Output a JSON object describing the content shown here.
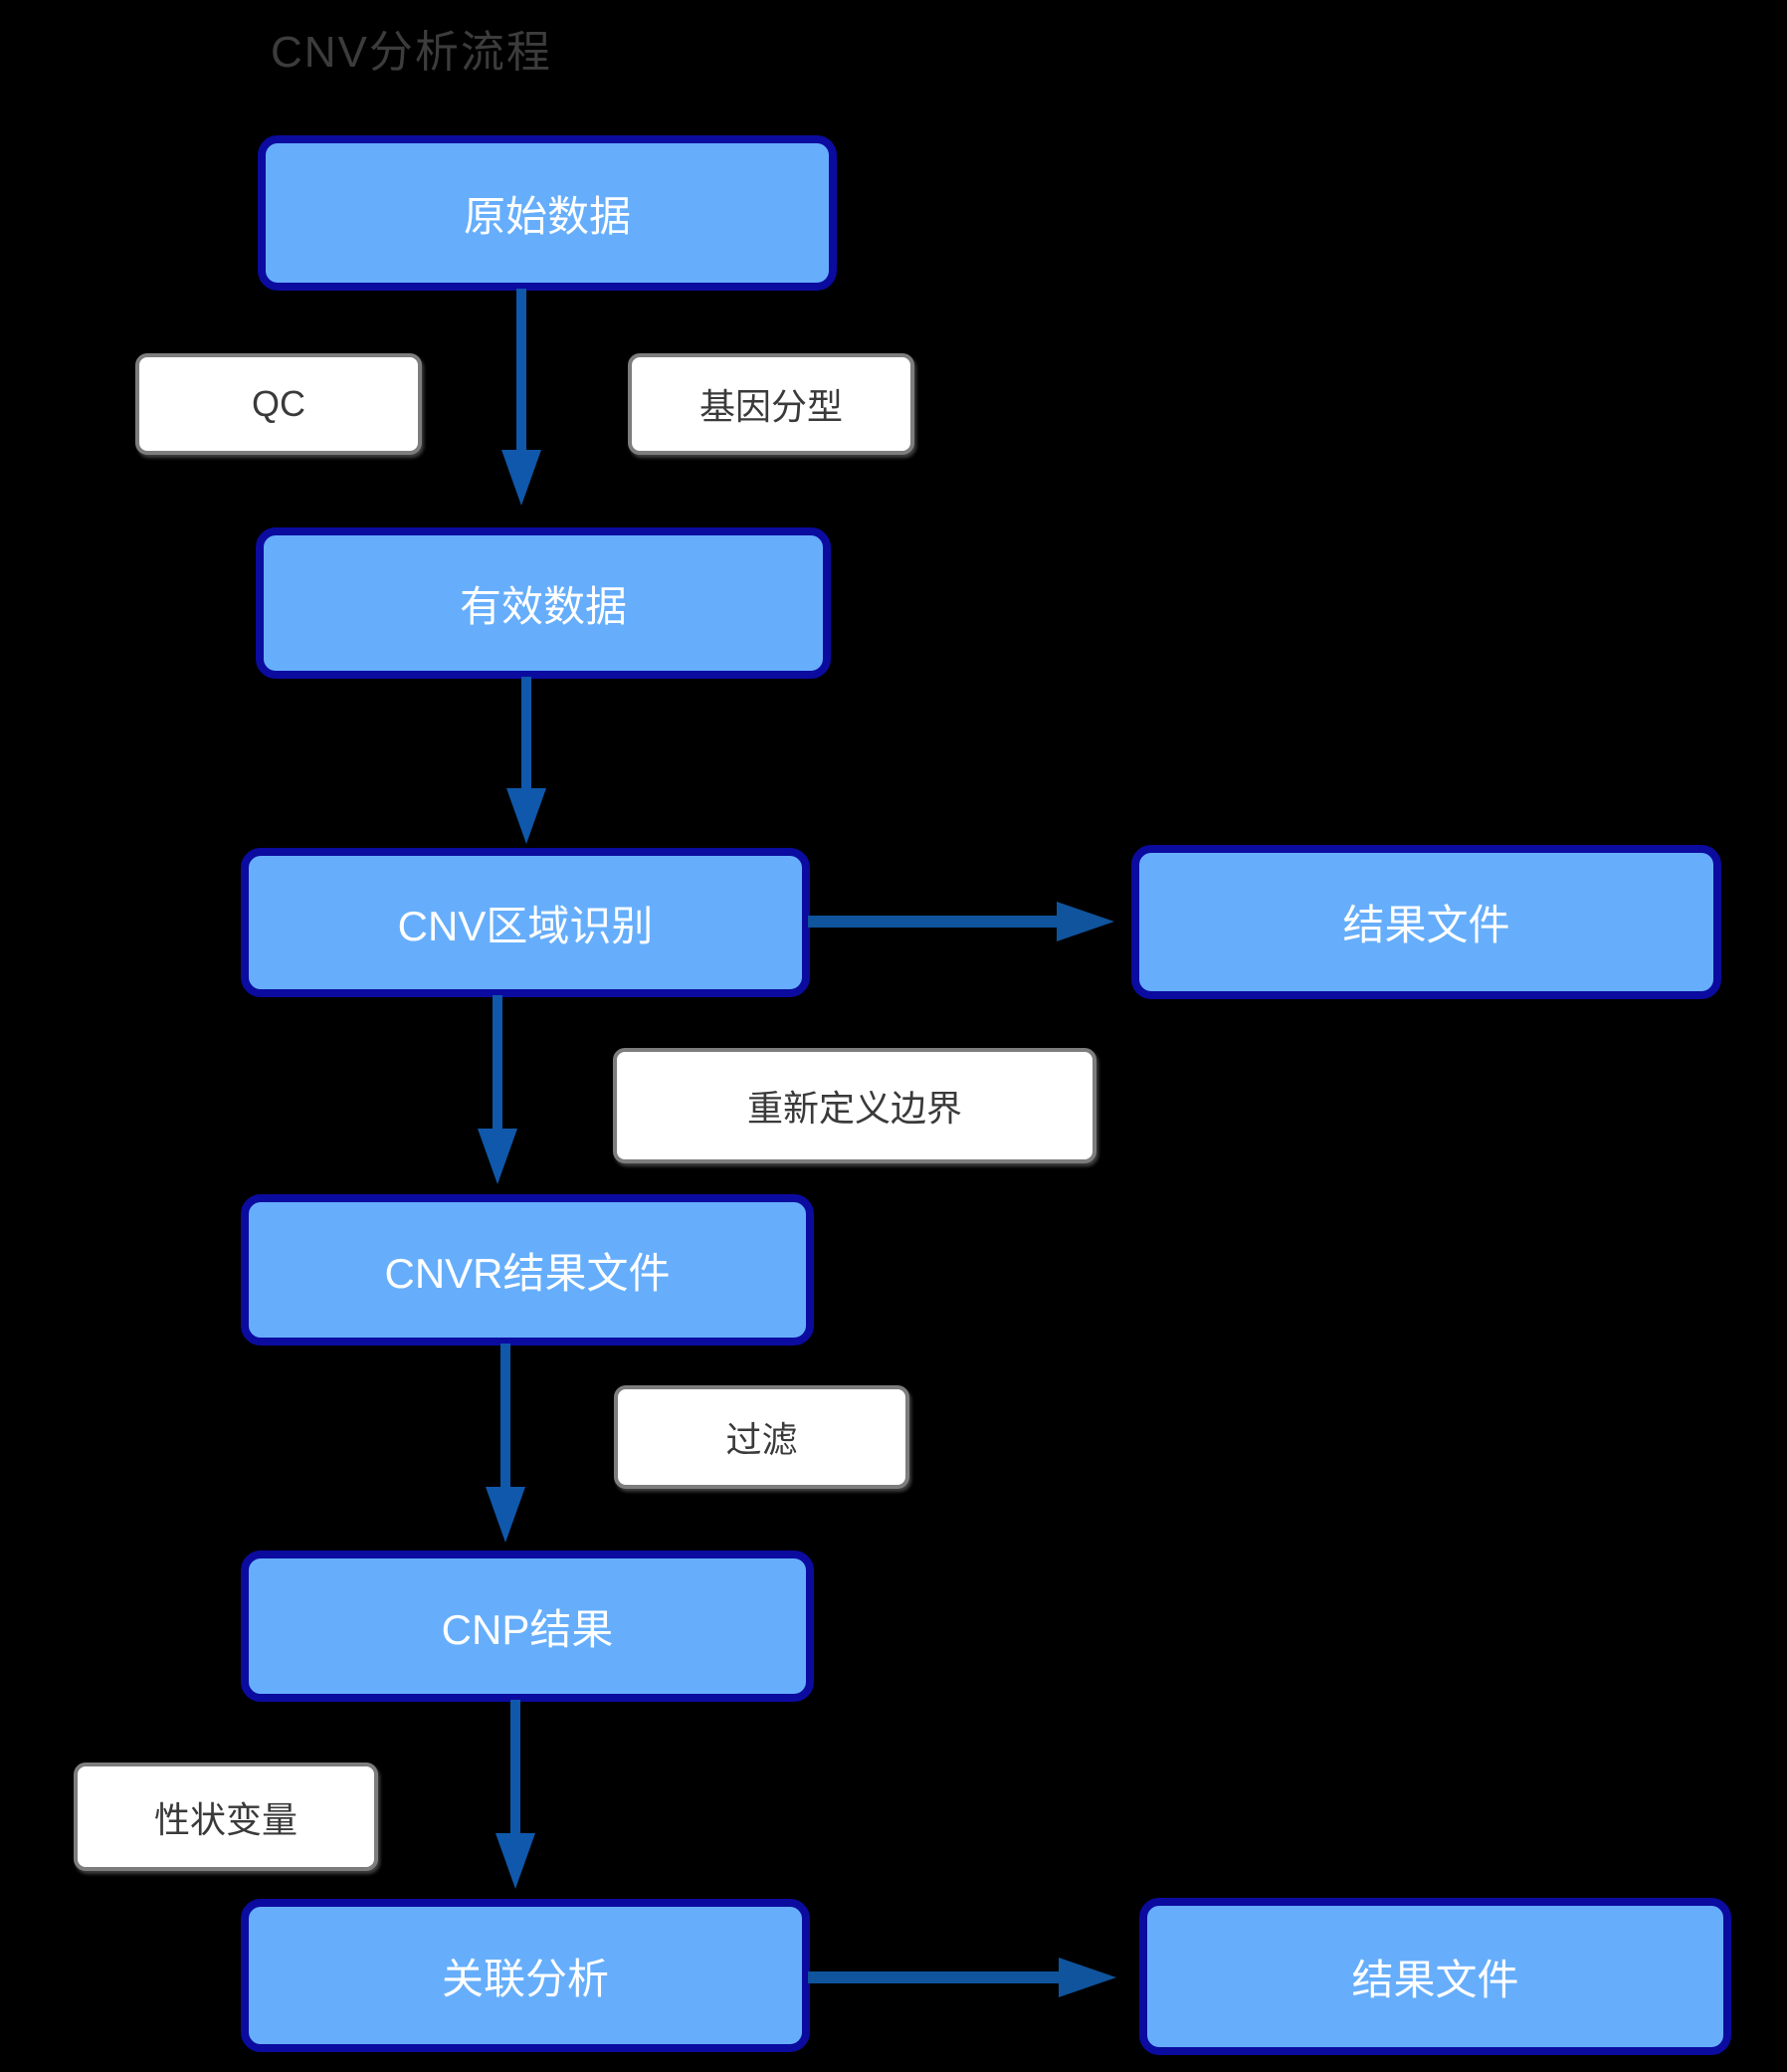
{
  "title": "CNV分析流程",
  "flow": {
    "nodes": {
      "raw": "原始数据",
      "valid": "有效数据",
      "cnv_region": "CNV区域识别",
      "result_top": "结果文件",
      "cnvr": "CNVR结果文件",
      "cnp": "CNP结果",
      "association": "关联分析",
      "result_bottom": "结果文件"
    },
    "edge_labels": {
      "qc": "QC",
      "genotyping": "基因分型",
      "redefine_boundary": "重新定义边界",
      "filter": "过滤",
      "trait_variable": "性状变量"
    }
  },
  "colors": {
    "background": "#000000",
    "node_fill": "#66aefc",
    "node_border": "#0b0ba0",
    "node_text": "#ffffff",
    "arrow_vertical": "#0f58ab",
    "arrow_horizontal": "#0f549c",
    "label_fill": "#ffffff",
    "label_border": "#7d7d7d",
    "label_text": "#3a3a3a",
    "title_text": "#3c3c3c"
  }
}
